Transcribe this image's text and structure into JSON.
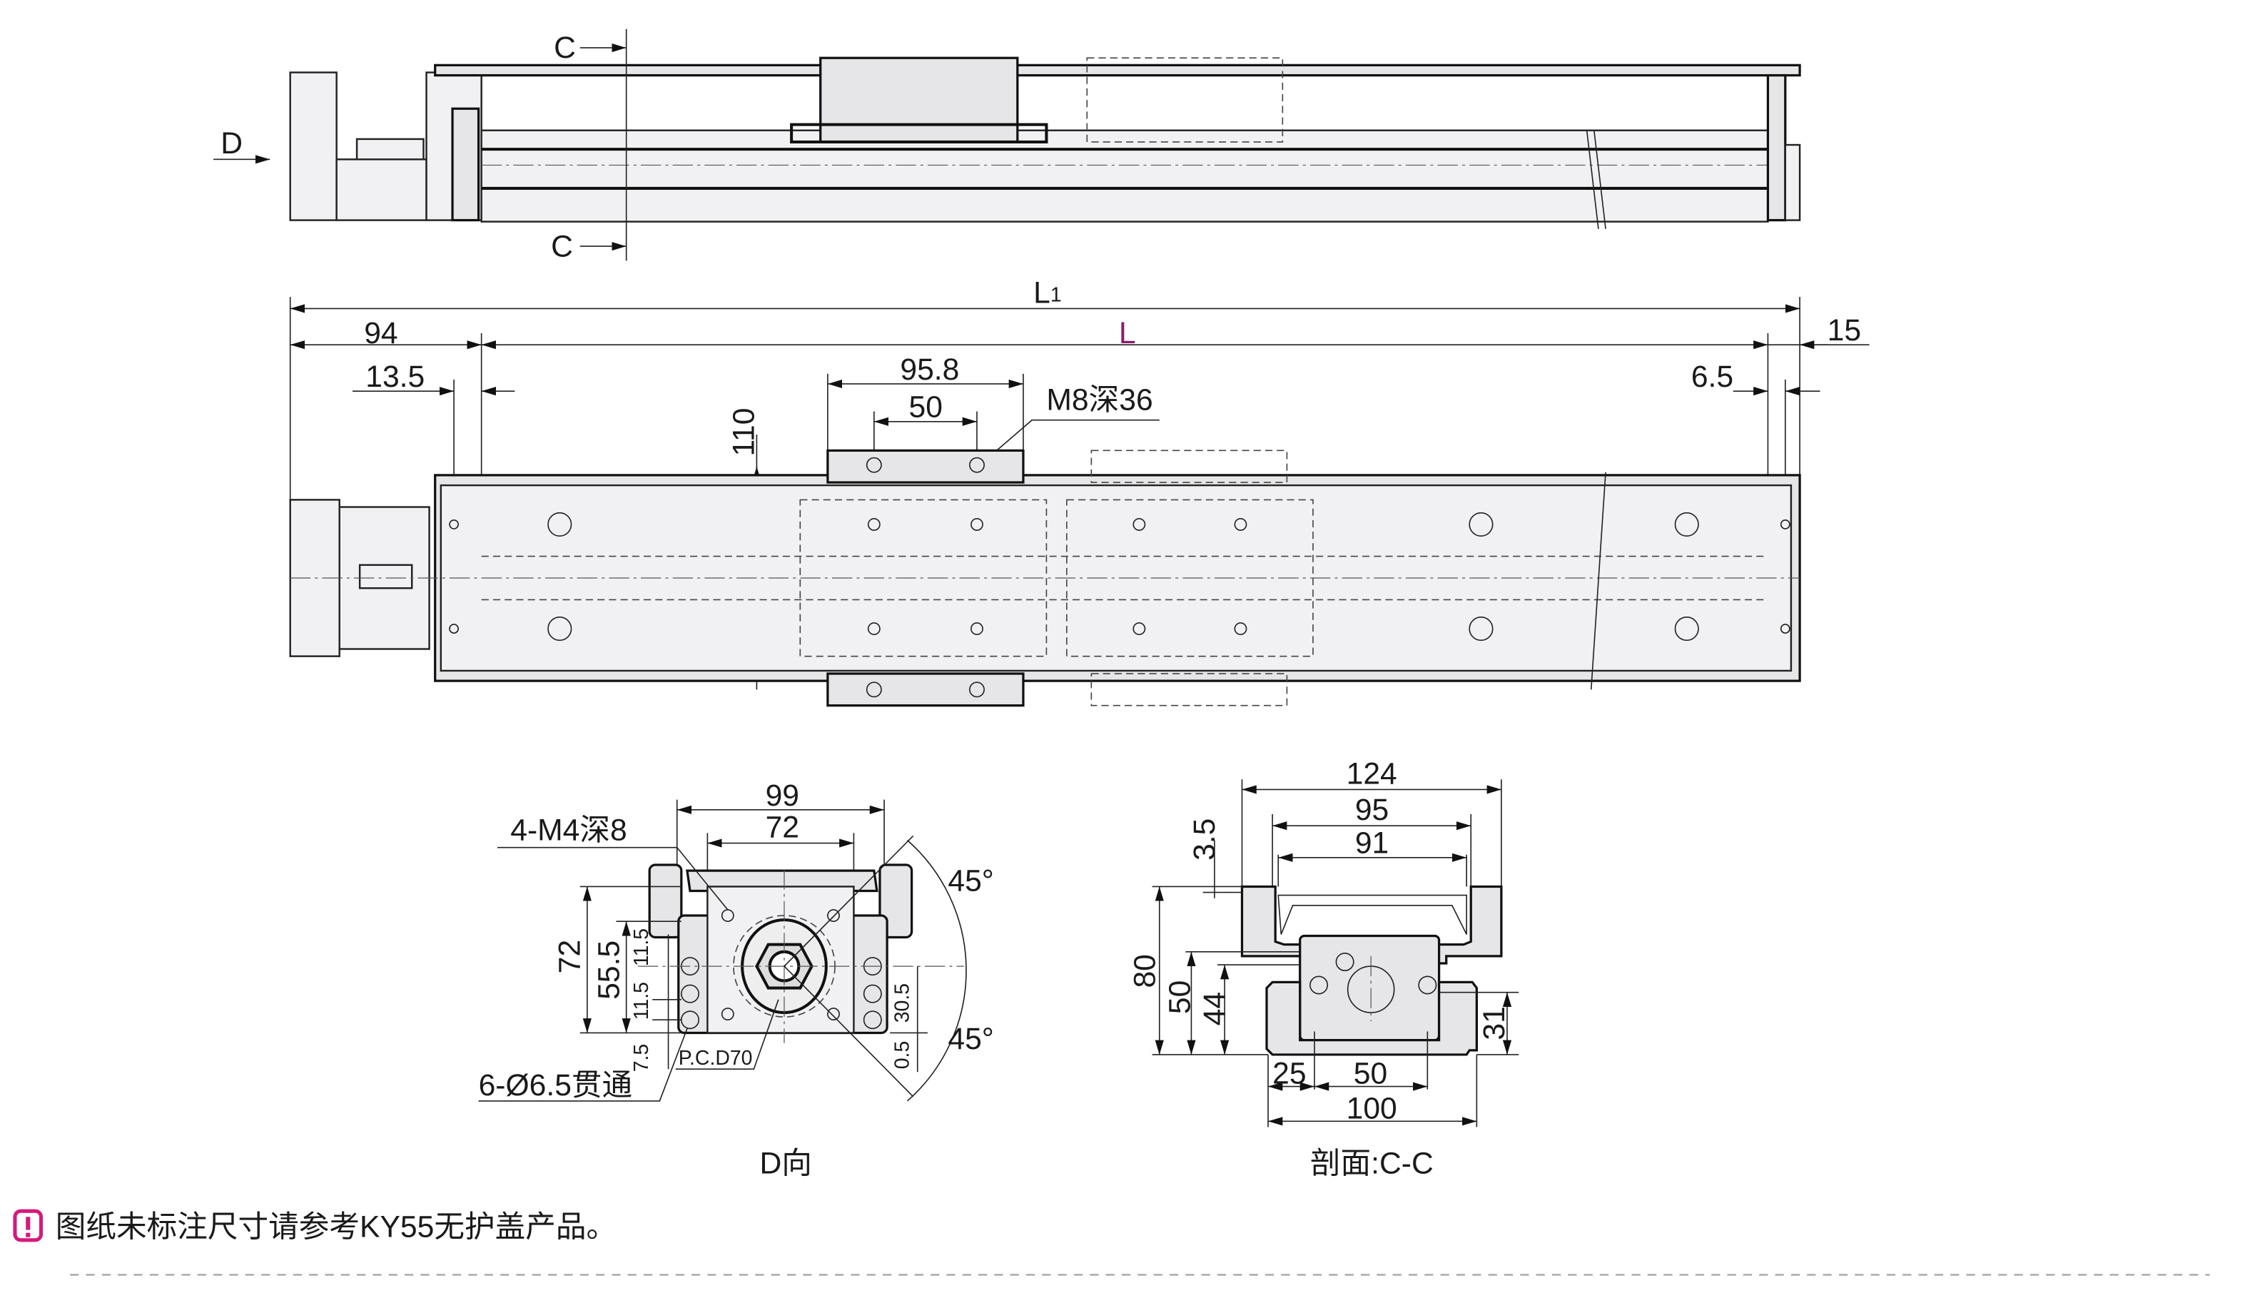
{
  "top_view": {
    "section_label_top": "C",
    "section_label_bottom": "C",
    "view_label": "D"
  },
  "front_view": {
    "dims": {
      "L1": "L",
      "L1_sub": "1",
      "L": "L",
      "d94": "94",
      "d15": "15",
      "d13_5": "13.5",
      "d6_5": "6.5",
      "d95_8": "95.8",
      "d50": "50",
      "d110": "110",
      "thread": "M8深36"
    },
    "L_color": "#8b1a6e"
  },
  "d_view": {
    "title": "D向",
    "dims": {
      "w99": "99",
      "w72": "72",
      "h72": "72",
      "h55_5": "55.5",
      "h11_5a": "11.5",
      "h11_5b": "11.5",
      "h7_5": "7.5",
      "h30_5": "30.5",
      "h0_5": "0.5",
      "ang1": "45°",
      "ang2": "45°"
    },
    "callouts": {
      "tapped": "4-M4深8",
      "through": "6-Ø6.5贯通",
      "pcd": "P.C.D70"
    }
  },
  "section_view": {
    "title": "剖面:C-C",
    "dims": {
      "w124": "124",
      "w95": "95",
      "w91": "91",
      "h3_5": "3.5",
      "h80": "80",
      "h50": "50",
      "h44": "44",
      "h31": "31",
      "w25": "25",
      "w50": "50",
      "w100": "100"
    }
  },
  "note": {
    "icon": "exclamation-icon",
    "text": "图纸未标注尺寸请参考KY55无护盖产品。",
    "icon_color": "#d6197a"
  }
}
